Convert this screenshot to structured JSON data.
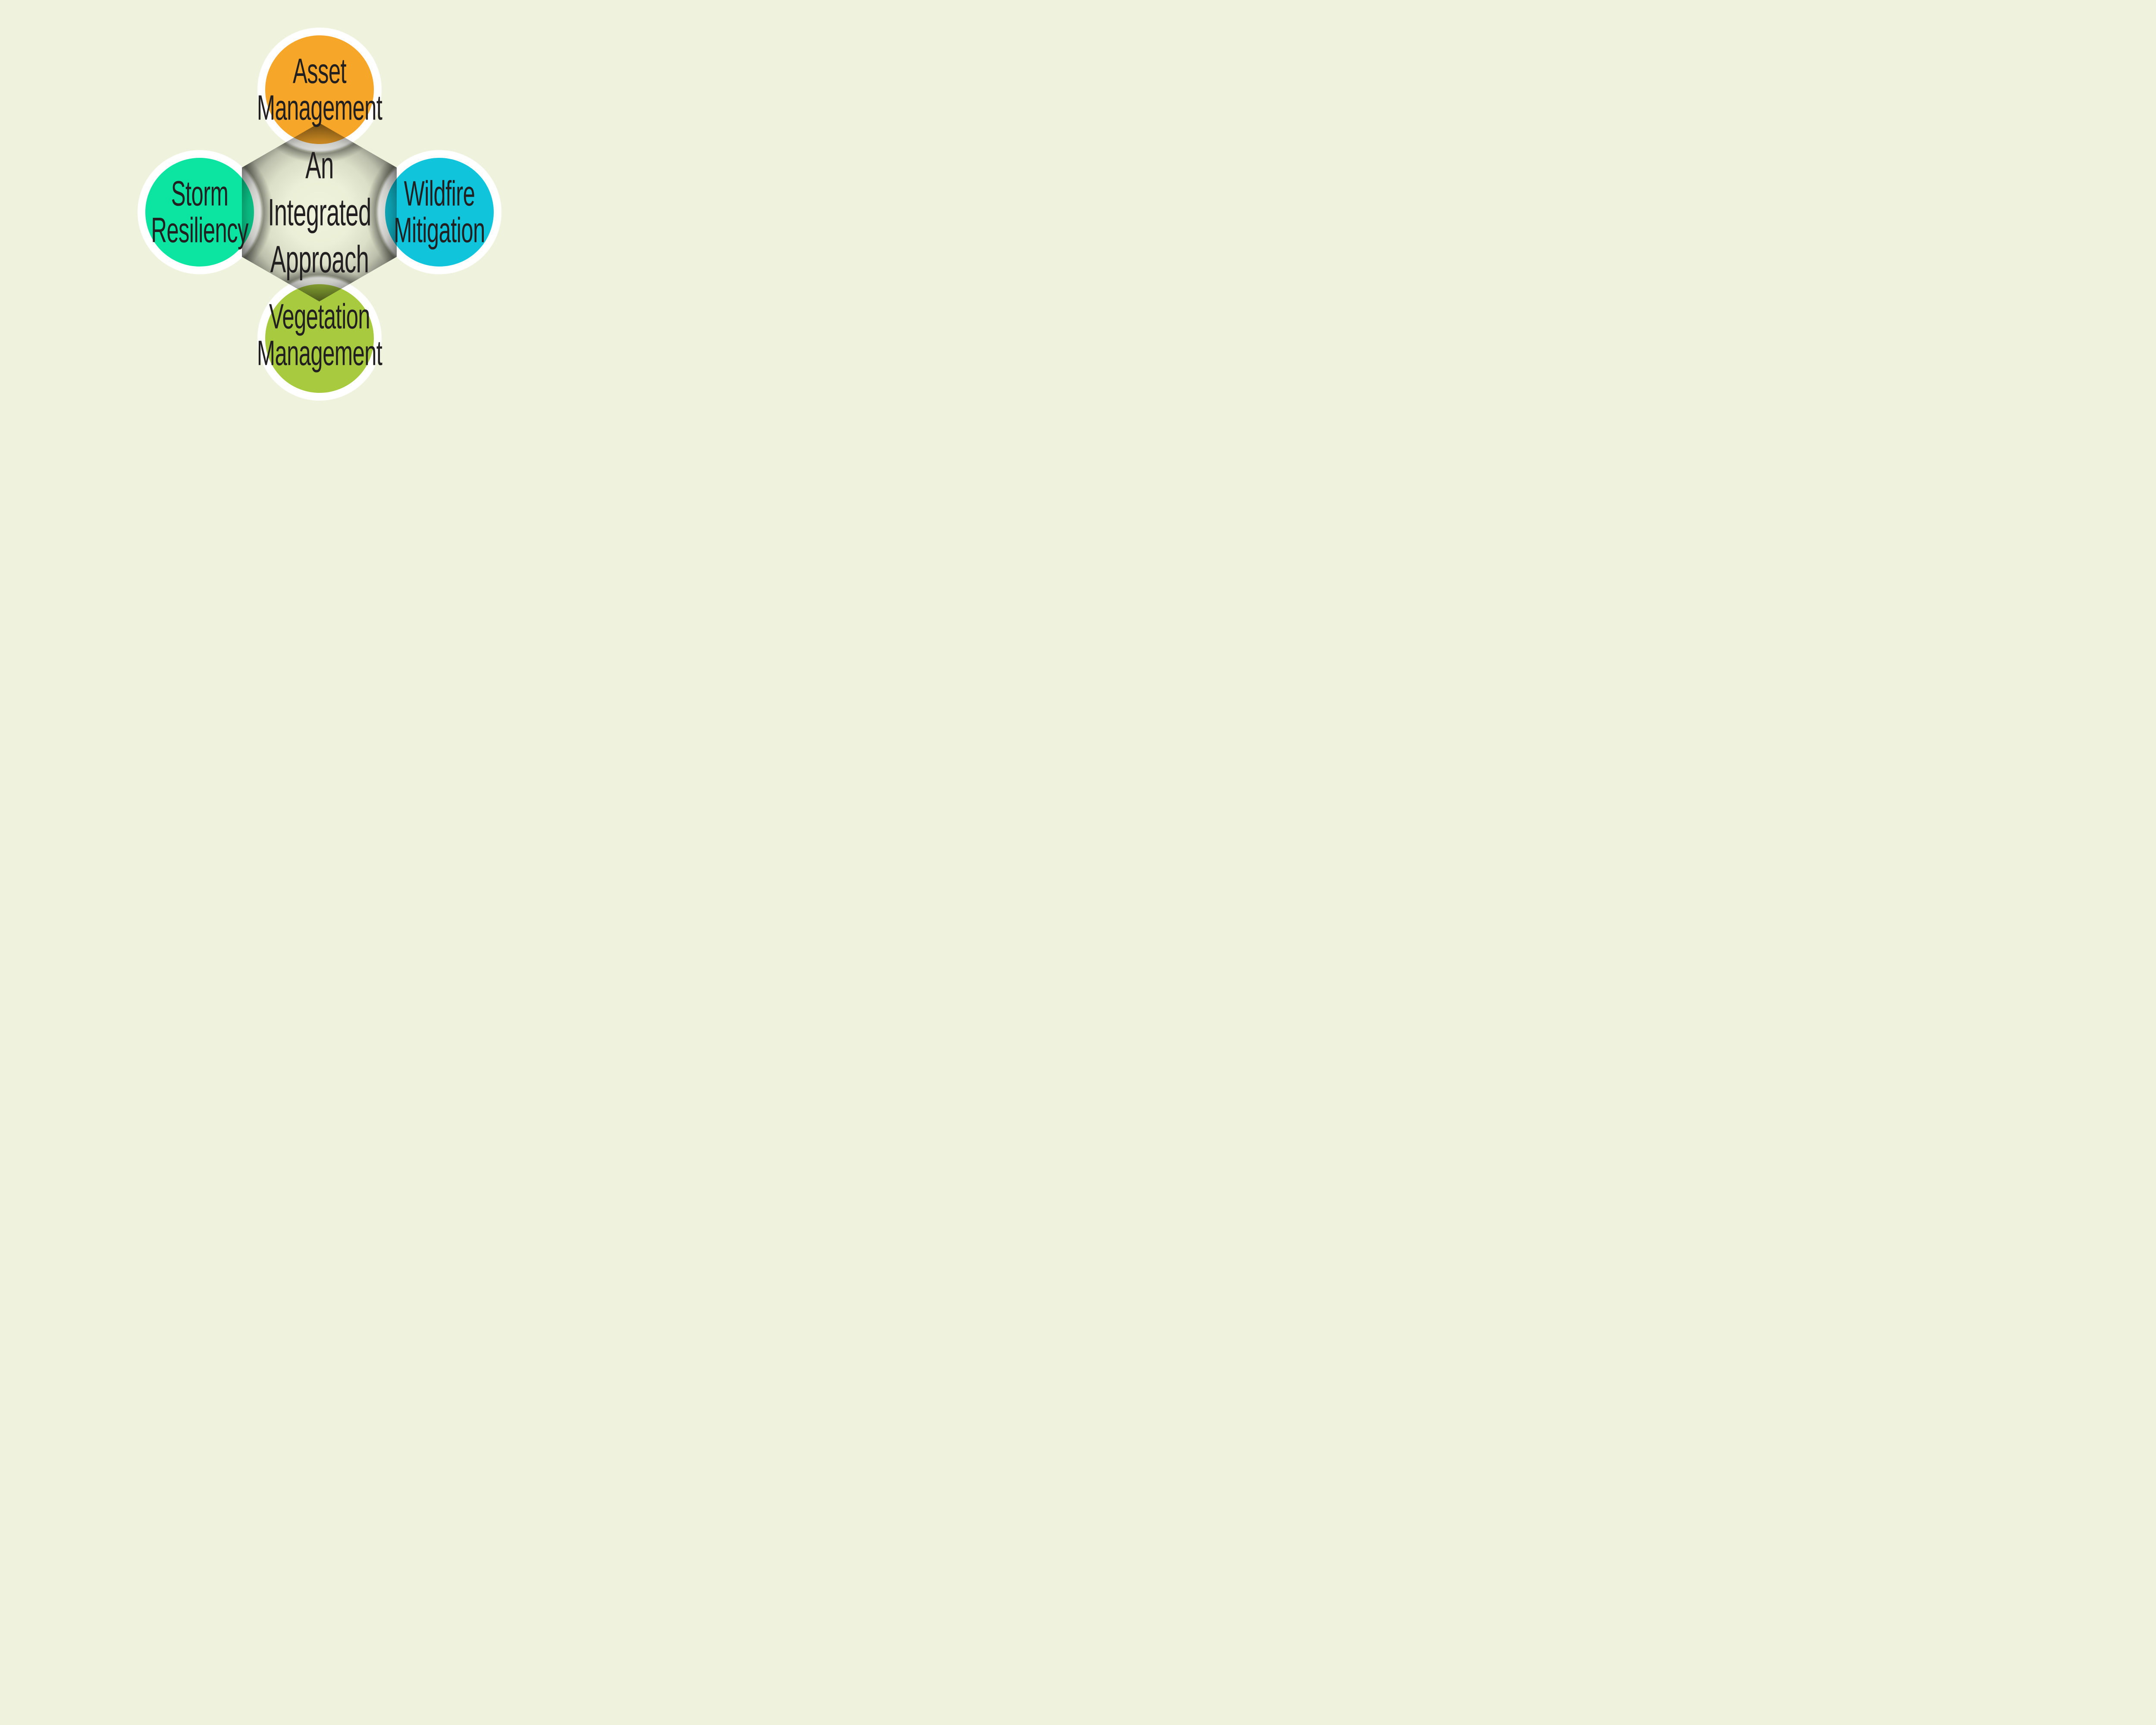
{
  "title": "An Integrated Approach",
  "background_color": "#EFF3DD",
  "text_color": "#221F20",
  "ring_color": "#FFFFFF",
  "center": {
    "id": "integrated-approach-hexagon",
    "shape": "hexagon",
    "lines": [
      "An",
      "Integrated",
      "Approach"
    ],
    "fill_center": "#FFFFFF",
    "fill_edge": "#6F6F6D"
  },
  "nodes": [
    {
      "id": "asset-management",
      "position": "top",
      "lines": [
        "Asset",
        "Management"
      ],
      "color": "#F6A629"
    },
    {
      "id": "storm-resiliency",
      "position": "left",
      "lines": [
        "Storm",
        "Resiliency"
      ],
      "color": "#0CE5A1"
    },
    {
      "id": "wildfire-mitigation",
      "position": "right",
      "lines": [
        "Wildfire",
        "Mitigation"
      ],
      "color": "#0FC4DB"
    },
    {
      "id": "vegetation-management",
      "position": "bottom",
      "lines": [
        "Vegetation",
        "Management"
      ],
      "color": "#A8CA3F"
    }
  ]
}
